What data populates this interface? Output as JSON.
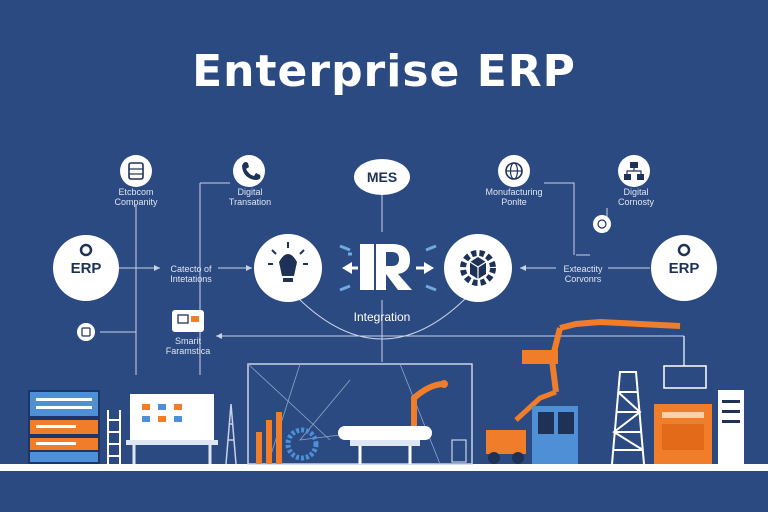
{
  "title": "Enterprise ERP",
  "nodes": {
    "left_erp": "ERP",
    "right_erp": "ERP",
    "mes": "MES",
    "integration": "Integration"
  },
  "labels": {
    "top_left_1": "Etcbcom\nCompanity",
    "top_left_2": "Digital\nTransation",
    "top_right_1": "Monufacturing\nPonlte",
    "top_right_2": "Digital\nCornosty",
    "mid_left": "Catecto of\nIntetations",
    "mid_right": "Exteactity\nCorvonrs",
    "smart": "Smarit\nFaramstica"
  },
  "colors": {
    "background": "#2b4a82",
    "accent_orange": "#f07d2a",
    "line": "#c9d3e6",
    "node_fill": "#ffffff",
    "dark_icon": "#1e3257"
  }
}
